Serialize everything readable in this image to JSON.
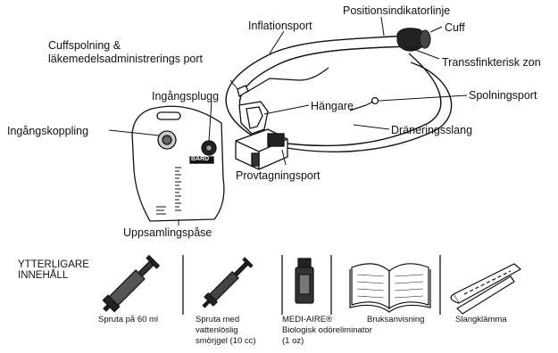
{
  "labels": {
    "positionsindikatorlinje": "Positionsindikatorlinje",
    "inflationsport": "Inflationsport",
    "cuff": "Cuff",
    "cuffspolning_line1": "Cuffspolning &",
    "cuffspolning_line2": "läkemedelsadministrerings port",
    "transsfinkterisk_zon": "Transsfinkterisk zon",
    "ingangsplugg": "Ingångsplugg",
    "spolningsport": "Spolningsport",
    "hangare": "Hängare",
    "ingangskoppling": "Ingångskoppling",
    "dräneringsslang": "Dräneringsslang",
    "provtagningsport": "Provtagningsport",
    "uppsamlingspase": "Uppsamlingspåse"
  },
  "bag_brand": "BARD",
  "additional": {
    "heading_line1": "YTTERLIGARE",
    "heading_line2": "INNEHÅLL",
    "items": [
      {
        "label": "Spruta på 60 ml"
      },
      {
        "label_line1": "Spruta med",
        "label_line2": "vattenlöslig",
        "label_line3": "smörjgel (10 cc)"
      },
      {
        "label_line1": "MEDI-AIRE®",
        "label_line2": "Biologisk odöreliminator",
        "label_line3": "(1 oz)"
      },
      {
        "label": "Bruksanvisning"
      },
      {
        "label": "Slangklämma"
      }
    ]
  }
}
